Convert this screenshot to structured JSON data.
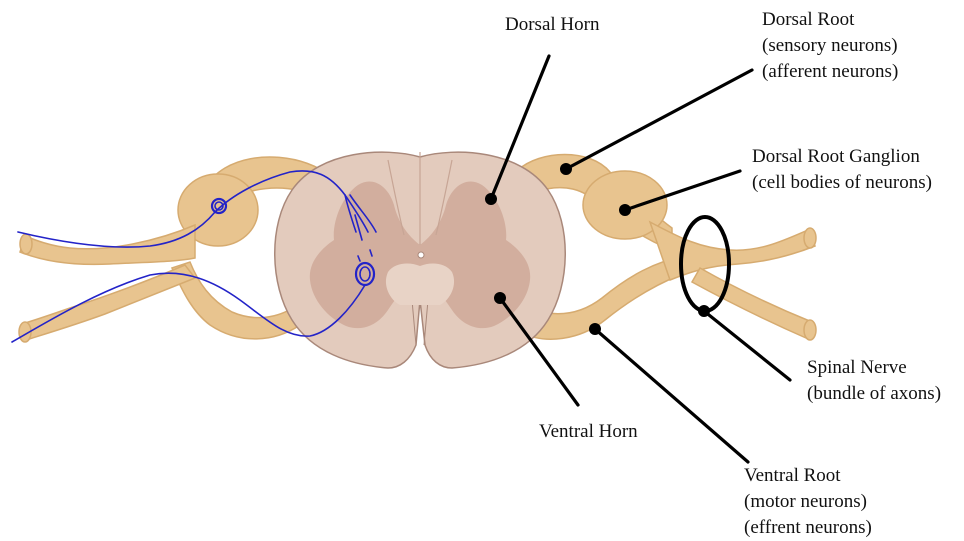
{
  "diagram": {
    "labels": {
      "dorsal_horn": {
        "line1": "Dorsal Horn"
      },
      "dorsal_root": {
        "line1": "Dorsal Root",
        "line2": "(sensory neurons)",
        "line3": "(afferent neurons)"
      },
      "dorsal_root_ganglion": {
        "line1": "Dorsal Root Ganglion",
        "line2": "(cell bodies of neurons)"
      },
      "spinal_nerve": {
        "line1": "Spinal Nerve",
        "line2": "(bundle of axons)"
      },
      "ventral_horn": {
        "line1": "Ventral Horn"
      },
      "ventral_root": {
        "line1": "Ventral Root",
        "line2": "(motor neurons)",
        "line3": "(effrent neurons)"
      }
    },
    "colors": {
      "nerve_fill": "#e8c48f",
      "nerve_stroke": "#d4a96a",
      "white_matter": "#e3cbbd",
      "gray_matter": "#d2ae9e",
      "outline": "#a9887a",
      "pointer_line": "#000000",
      "annotation_ink": "#2323c8"
    }
  }
}
